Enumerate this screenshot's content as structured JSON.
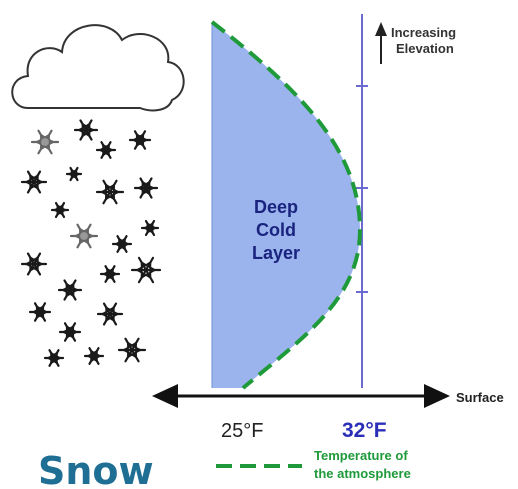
{
  "colors": {
    "cold_layer_fill": "#9bb4ee",
    "temperature_line": "#1f9a3a",
    "freezing_line": "#6a6ad0",
    "freezing_label": "#2b2fb8",
    "snow_title": "#1f6f94"
  },
  "cold_layer_label": [
    "Deep",
    "Cold",
    "Layer"
  ],
  "elevation_label": [
    "Increasing",
    "Elevation"
  ],
  "surface_label": "Surface",
  "temp_25_label": "25°F",
  "temp_32_label": "32°F",
  "legend_label": [
    "Temperature of",
    "the atmosphere"
  ],
  "title": "Snow",
  "icons": [
    "cloud-icon",
    "snowflake-icon",
    "arrow-up-icon"
  ]
}
